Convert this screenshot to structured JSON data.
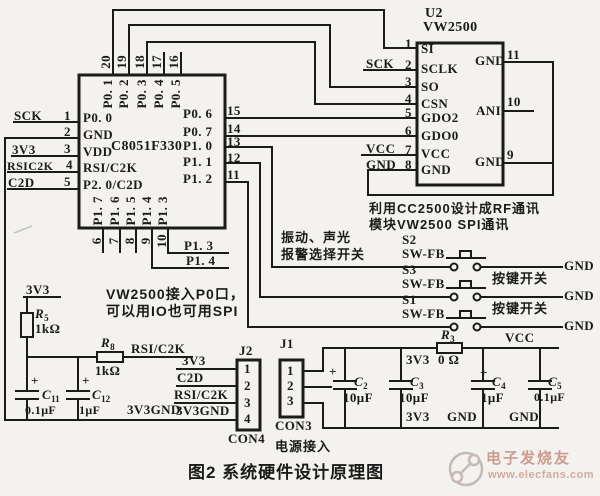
{
  "colors": {
    "ink": "#1b1b1b",
    "background": "#f3f2ee",
    "watermark_text": "#cc9c8e",
    "watermark_logo": "#c6bab4"
  },
  "caption": "图2  系统硬件设计原理图",
  "watermark": {
    "brand": "电子发烧友",
    "url": "www.elecfans.com"
  },
  "symbols": {
    "plus": "+"
  },
  "nets": {
    "sck": "SCK",
    "v33": "3V3",
    "rsic2k": "RSIC2K",
    "c2d": "C2D",
    "vcc": "VCC",
    "gnd": "GND",
    "rsi_c2k": "RSI/C2K",
    "v33gnd": "3V3GND",
    "p13": "P1. 3",
    "p14": "P1. 4",
    "zero_ohm": "0 Ω"
  },
  "mcu": {
    "part": "C8051F330",
    "pins_left": [
      {
        "num": "1",
        "name": "P0. 0",
        "net": "SCK"
      },
      {
        "num": "2",
        "name": "GND",
        "net": ""
      },
      {
        "num": "3",
        "name": "VDD",
        "net": "3V3"
      },
      {
        "num": "4",
        "name": "RSI/C2K",
        "net": "RSIC2K"
      },
      {
        "num": "5",
        "name": "P2. 0/C2D",
        "net": "C2D"
      }
    ],
    "pins_top": [
      {
        "num": "20",
        "name": "P0. 1"
      },
      {
        "num": "19",
        "name": "P0. 2"
      },
      {
        "num": "18",
        "name": "P0. 3"
      },
      {
        "num": "17",
        "name": "P0. 4"
      },
      {
        "num": "16",
        "name": "P0. 5"
      }
    ],
    "pins_right": [
      {
        "num": "15",
        "name": "P0. 6"
      },
      {
        "num": "14",
        "name": "P0. 7"
      },
      {
        "num": "13",
        "name": "P1. 0"
      },
      {
        "num": "12",
        "name": "P1. 1"
      },
      {
        "num": "11",
        "name": "P1. 2"
      }
    ],
    "pins_bottom": [
      {
        "num": "6",
        "name": "P1. 7"
      },
      {
        "num": "7",
        "name": "P1. 6"
      },
      {
        "num": "8",
        "name": "P1. 5"
      },
      {
        "num": "9",
        "name": "P1. 4"
      },
      {
        "num": "10",
        "name": "P1. 3"
      }
    ]
  },
  "u2": {
    "ref": "U2",
    "part": "VW2500",
    "pins_left": [
      {
        "num": "1",
        "name": "SI",
        "net": ""
      },
      {
        "num": "2",
        "name": "SCLK",
        "net": "SCK"
      },
      {
        "num": "3",
        "name": "SO",
        "net": ""
      },
      {
        "num": "4",
        "name": "CSN",
        "net": ""
      },
      {
        "num": "5",
        "name": "GDO2",
        "net": ""
      },
      {
        "num": "6",
        "name": "GDO0",
        "net": ""
      },
      {
        "num": "7",
        "name": "VCC",
        "net": "VCC"
      },
      {
        "num": "8",
        "name": "GND",
        "net": "GND"
      }
    ],
    "pins_right": [
      {
        "num": "11",
        "name": "GND"
      },
      {
        "num": "10",
        "name": "ANI"
      },
      {
        "num": "9",
        "name": "GND"
      }
    ],
    "note_line1": "利用CC2500设计成RF通讯",
    "note_line2": "模块VW2500 SPI通讯"
  },
  "switches": [
    {
      "ref": "S2",
      "type": "SW-FB",
      "net": "GND"
    },
    {
      "ref": "S3",
      "type": "SW-FB",
      "net": "GND"
    },
    {
      "ref": "S1",
      "type": "SW-FB",
      "net": "GND"
    }
  ],
  "annotations": {
    "sw_select_1": "振动、声光",
    "sw_select_2": "报警选择开关",
    "key_switch": "按键开关",
    "mcu_note_1": "VW2500接入P0口，",
    "mcu_note_2": "可以用IO也可用SPI",
    "power_in": "电源接入"
  },
  "components": {
    "r5": {
      "letter": "R",
      "sub": "5",
      "value": "1kΩ"
    },
    "r8": {
      "letter": "R",
      "sub": "8",
      "value": "1kΩ"
    },
    "r3": {
      "letter": "R",
      "sub": "3",
      "value": "0 Ω"
    },
    "c11": {
      "letter": "C",
      "sub": "11",
      "value": "0.1μF"
    },
    "c12": {
      "letter": "C",
      "sub": "12",
      "value": "1μF"
    },
    "c2": {
      "letter": "C",
      "sub": "2",
      "value": "10μF"
    },
    "c3": {
      "letter": "C",
      "sub": "3",
      "value": "10μF"
    },
    "c4": {
      "letter": "C",
      "sub": "4",
      "value": "1μF"
    },
    "c5": {
      "letter": "C",
      "sub": "5",
      "value": "0.1μF"
    }
  },
  "connectors": {
    "j2": {
      "ref": "J2",
      "type": "CON4",
      "pins": [
        "1",
        "2",
        "3",
        "4"
      ],
      "nets": [
        "3V3",
        "C2D",
        "RSI/C2K",
        "3V3GND"
      ]
    },
    "j1": {
      "ref": "J1",
      "type": "CON3",
      "pins": [
        "1",
        "2",
        "3"
      ]
    }
  }
}
